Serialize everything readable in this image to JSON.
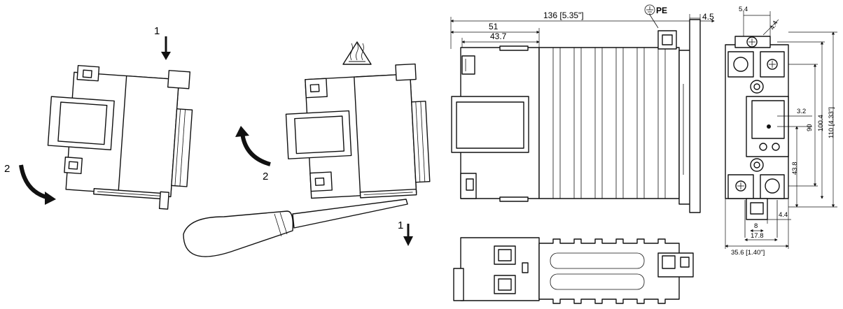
{
  "mounting": {
    "step_down_left": "1",
    "step_rotate_left": "2",
    "step_rotate_right": "2",
    "step_down_right": "1",
    "hot_surface_icon": "hot-surface-warning-icon",
    "screwdriver_icon": "screwdriver-icon"
  },
  "side_view": {
    "overall_length": "136  [5.35\"]",
    "length_51": "51",
    "length_43_7": "43.7",
    "pe_label": "PE",
    "width_4_5": "4.5",
    "ground_icon": "ground-symbol-icon"
  },
  "front_view": {
    "dim_5_4": "5.4",
    "dim_4_4_diag": "4.4",
    "dim_3_2": "3.2",
    "dim_90": "90",
    "dim_100_4": "100.4",
    "dim_110": "110 [4.33\"]",
    "dim_43_8": "43.8",
    "dim_4_4": "4.4",
    "dim_8": "8",
    "dim_17_8": "17.8",
    "dim_35_6": "35.6  [1.40\"]"
  }
}
